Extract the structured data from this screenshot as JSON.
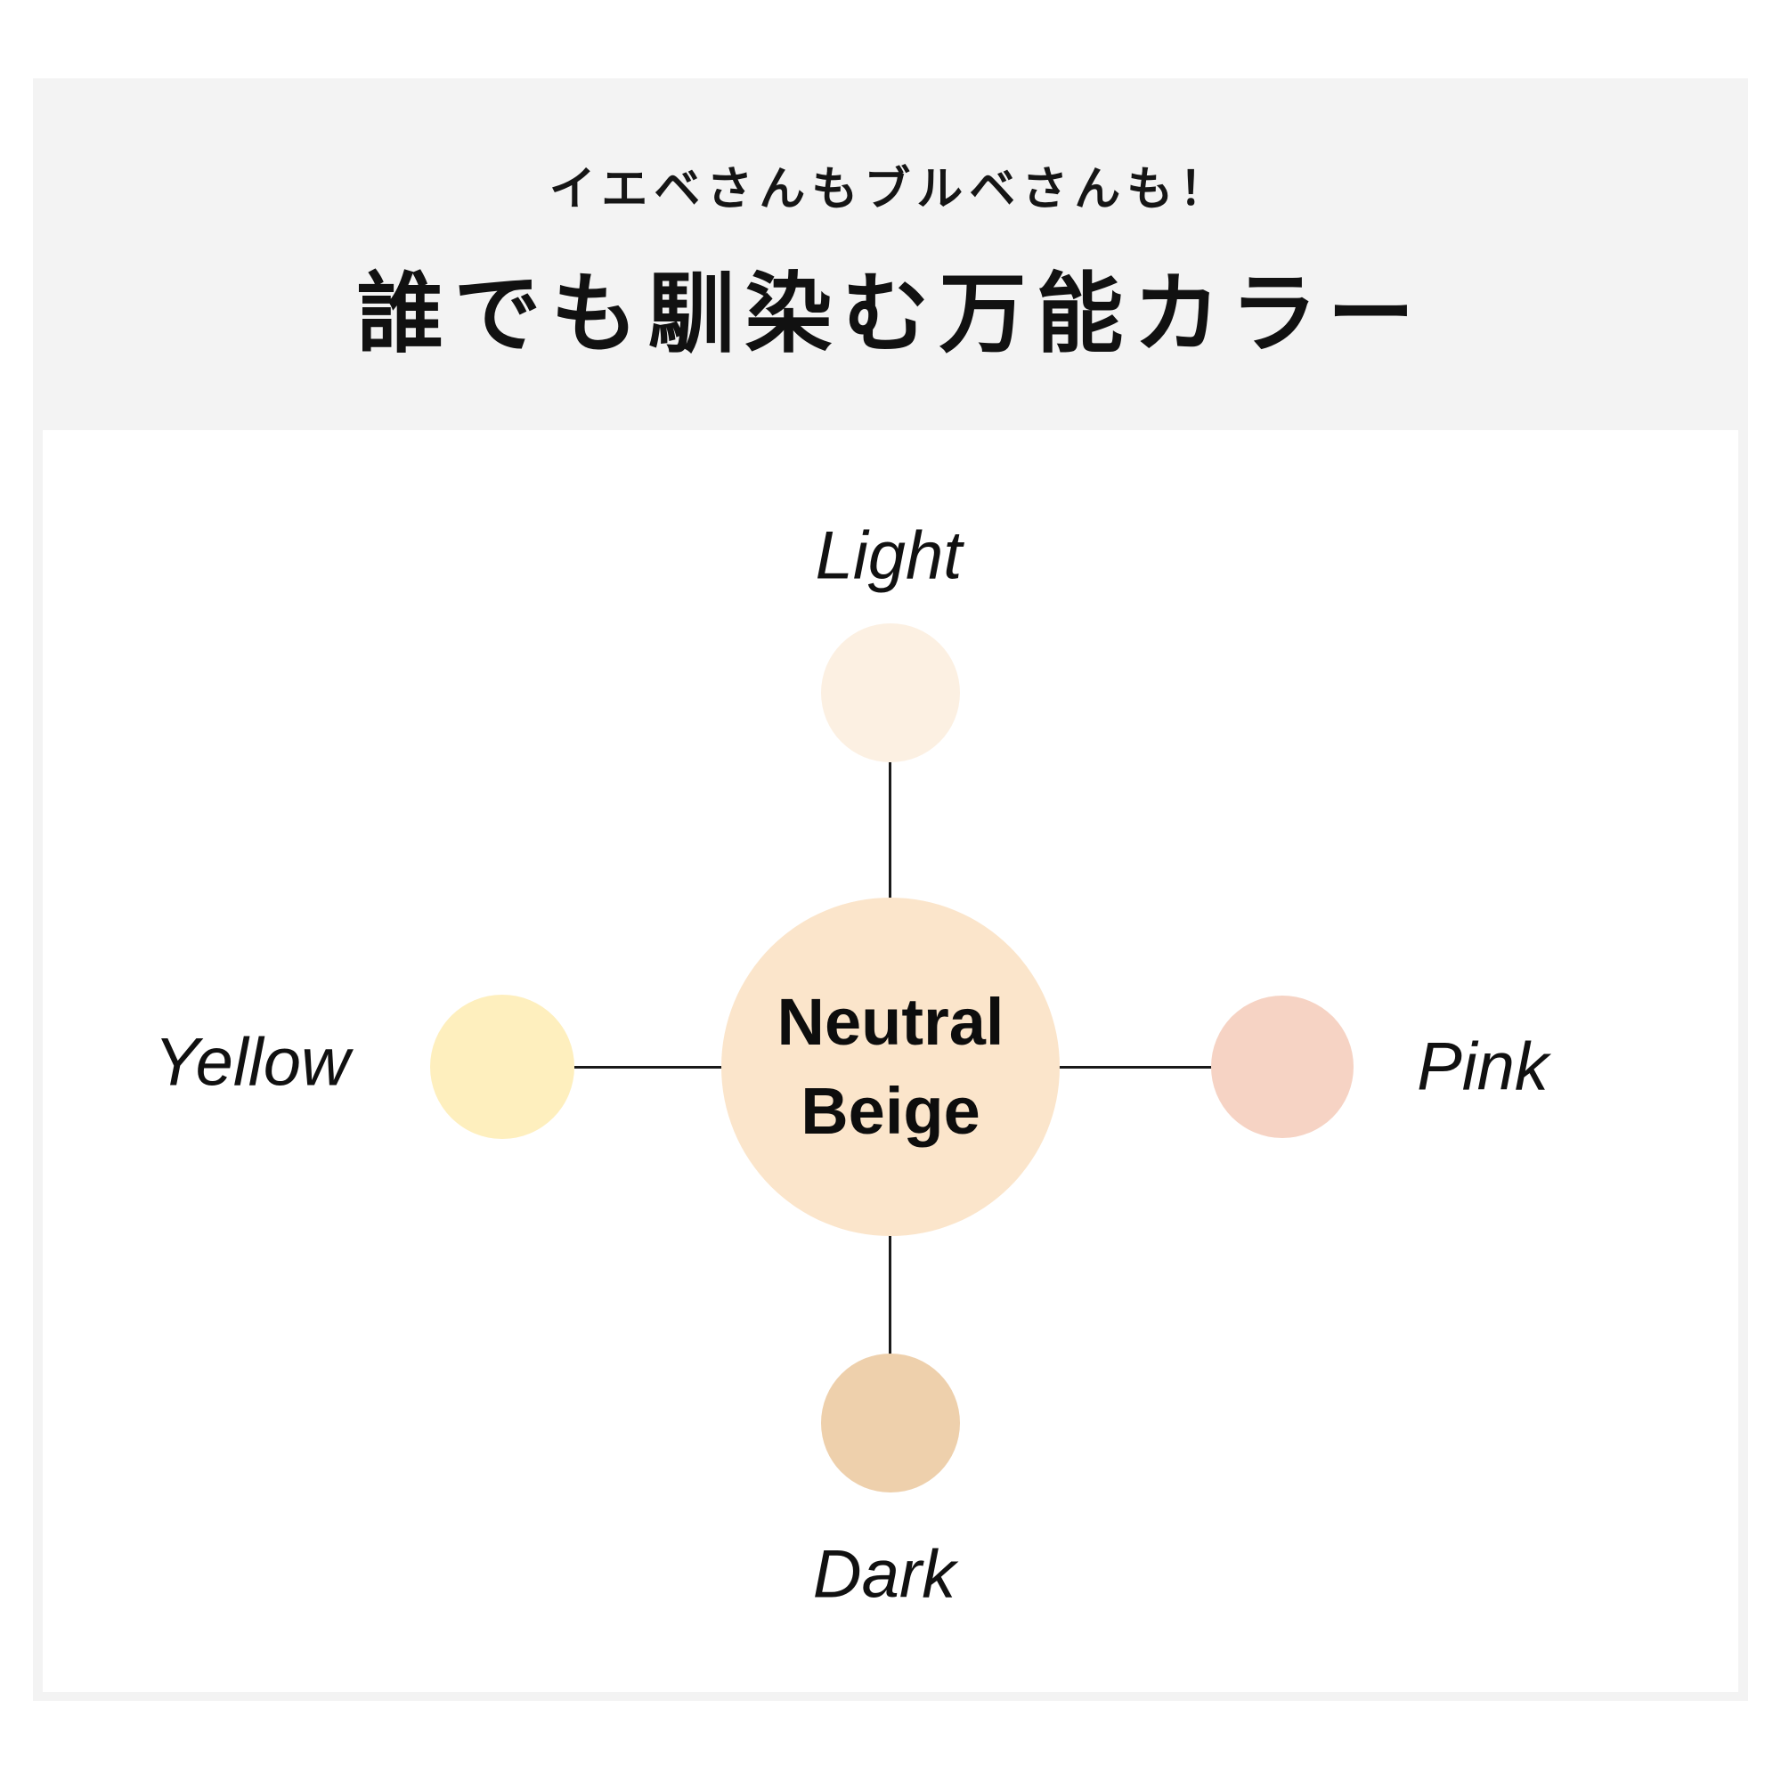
{
  "header": {
    "subtitle": "イエベさんもブルベさんも！",
    "title": "誰でも馴染む万能カラー"
  },
  "diagram": {
    "center": {
      "label_line1": "Neutral",
      "label_line2": "Beige",
      "color": "#FBE5CB"
    },
    "nodes": [
      {
        "label": "Light",
        "position": "top",
        "color": "#FCF0E2"
      },
      {
        "label": "Yellow",
        "position": "left",
        "color": "#FEEFBE"
      },
      {
        "label": "Pink",
        "position": "right",
        "color": "#F6D3C4"
      },
      {
        "label": "Dark",
        "position": "bottom",
        "color": "#EED0AC"
      }
    ],
    "connector_color": "#1A1A1A"
  },
  "colors": {
    "page_bg": "#FFFFFF",
    "band_bg": "#F3F3F3",
    "panel_bg": "#FFFFFF",
    "text": "#111111"
  }
}
